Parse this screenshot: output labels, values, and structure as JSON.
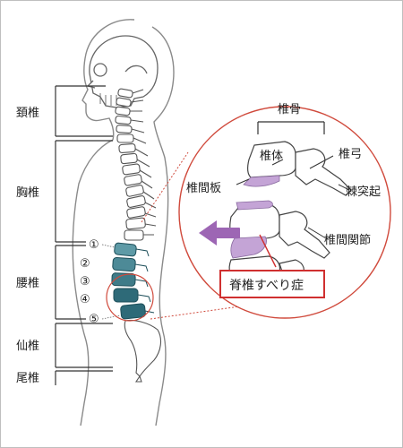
{
  "regions": {
    "cervical": "頚椎",
    "thoracic": "胸椎",
    "lumbar": "腰椎",
    "sacral": "仙椎",
    "coccyx": "尾椎"
  },
  "lumbar_numbers": [
    "①",
    "②",
    "③",
    "④",
    "⑤"
  ],
  "detail": {
    "vertebra": "椎骨",
    "vertebral_body": "椎体",
    "vertebral_arch": "椎弓",
    "intervertebral_disc": "椎間板",
    "spinous_process": "棘突起",
    "facet_joint": "椎間関節",
    "condition": "脊椎すべり症"
  },
  "colors": {
    "line": "#555555",
    "lumbar_fill": "#2e6a78",
    "lumbar_light": "#5e9aa6",
    "circle": "#d04a3c",
    "disc": "#b48fc8",
    "arrow": "#9d66b4",
    "highlight_box": "#d03030"
  }
}
